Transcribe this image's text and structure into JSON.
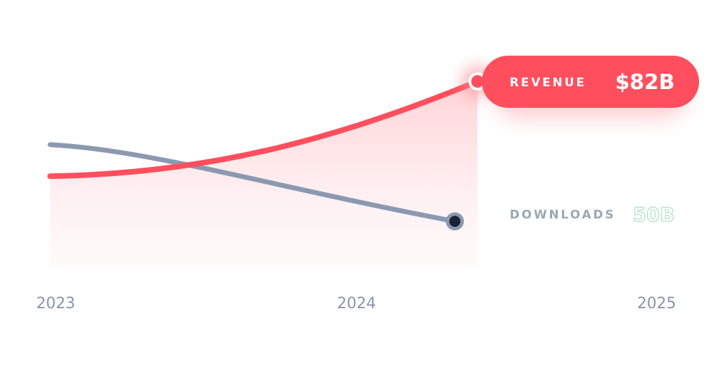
{
  "chart_data": {
    "type": "line",
    "x_ticks": [
      "2023",
      "2024",
      "2025"
    ],
    "x_domain": [
      2023,
      2025
    ],
    "series": [
      {
        "name": "REVENUE",
        "color": "#ff4f5e",
        "points": [
          [
            2023.0,
            40
          ],
          [
            2024.32,
            82
          ]
        ],
        "callout_value": "$82B"
      },
      {
        "name": "DOWNLOADS",
        "color": "#8b99b0",
        "points": [
          [
            2023.0,
            54
          ],
          [
            2024.25,
            20
          ]
        ],
        "callout_value": "50B",
        "end_marker_color": "#1a2336"
      }
    ],
    "accent_colors": {
      "revenue_pill": "#ff4f5e",
      "downloads_label": "#9aa7b4",
      "downloads_value_outline": "#aee0c0"
    }
  }
}
